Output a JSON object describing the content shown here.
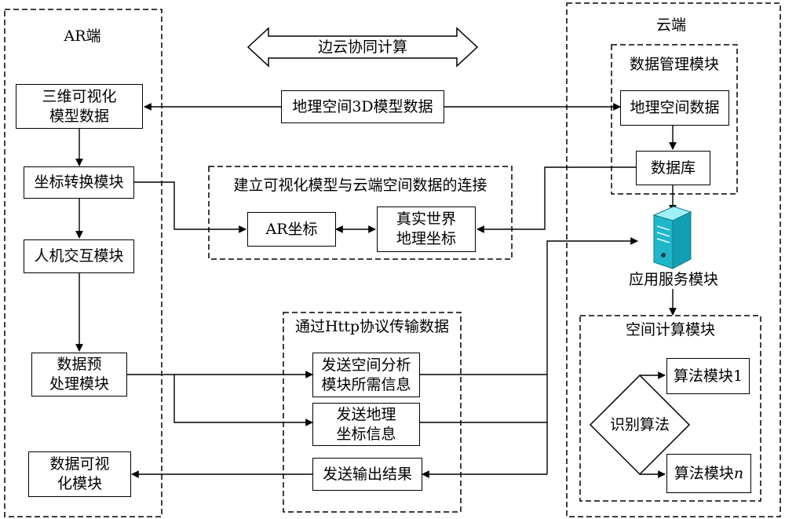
{
  "regions": {
    "ar_side": "AR端",
    "cloud_side": "云端",
    "data_mgmt": "数据管理模块",
    "link_region": "建立可视化模型与云端空间数据的连接",
    "http_region": "通过Http协议传输数据",
    "spatial_calc": "空间计算模块"
  },
  "banner": "边云协同计算",
  "nodes": {
    "visual_model": "三维可视化\n模型数据",
    "coord_transform": "坐标转换模块",
    "hci": "人机交互模块",
    "preprocess": "数据预\n处理模块",
    "data_visual": "数据可视\n化模块",
    "geo_3d_data": "地理空间3D模型数据",
    "ar_coord": "AR坐标",
    "real_world": "真实世界\n地理坐标",
    "send_analysis": "发送空间分析\n模块所需信息",
    "send_geo": "发送地理\n坐标信息",
    "send_result": "发送输出结果",
    "geo_data": "地理空间数据",
    "database": "数据库",
    "app_service": "应用服务模块",
    "identify_algo": "识别算法",
    "algo_1": "算法模块1",
    "algo_n_text": "算法模块",
    "algo_n_suffix": "n"
  },
  "icons": {
    "server": "server-icon"
  },
  "colors": {
    "server_body": "#1fb6c9",
    "server_light": "#9ff0f7",
    "line": "#000000"
  }
}
